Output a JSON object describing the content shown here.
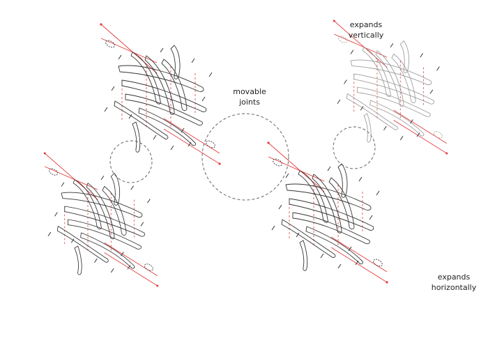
{
  "labels": {
    "movable_joints": "movable\njoints",
    "expands_vertically": "expands\nvertically",
    "expands_horizontally": "expands\nhorizontally"
  },
  "colors": {
    "ink": "#333333",
    "faded_ink": "#9a9a9a",
    "red": "#e23a3a",
    "joint_circle": "#555555"
  }
}
